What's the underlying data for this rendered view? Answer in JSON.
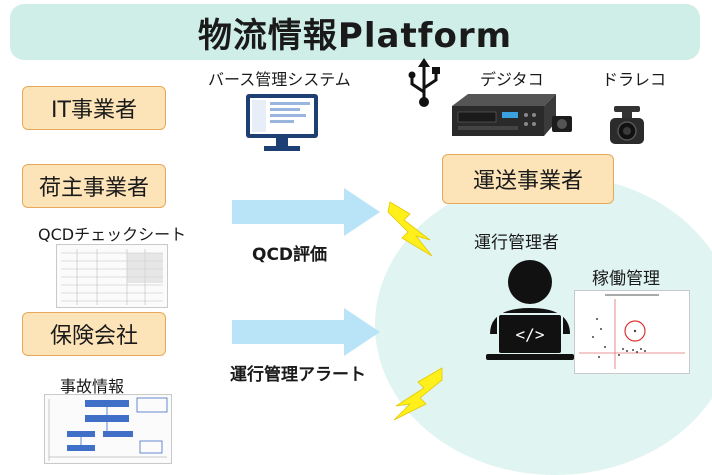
{
  "title": "物流情報Platform",
  "actors": {
    "it": "IT事業者",
    "shipper": "荷主事業者",
    "insurance": "保険会社",
    "carrier": "運送事業者"
  },
  "labels": {
    "berth": "バース管理システム",
    "digitaco": "デジタコ",
    "dorareco": "ドラレコ",
    "qcd_sheet": "QCDチェックシート",
    "accident": "事故情報",
    "operation_manager": "運行管理者",
    "utilization": "稼働管理",
    "qcd_eval": "QCD評価",
    "alert": "運行管理アラート"
  },
  "colors": {
    "banner": "#cfeee7",
    "actor_fill": "#fde4b8",
    "actor_border": "#e8a85a",
    "arrow": "#b9e3f7",
    "lightning": "#ffef1a",
    "circle": "#e0f4f1"
  },
  "icons": [
    "usb-icon",
    "monitor-icon",
    "operator-icon",
    "lightning-icon"
  ]
}
